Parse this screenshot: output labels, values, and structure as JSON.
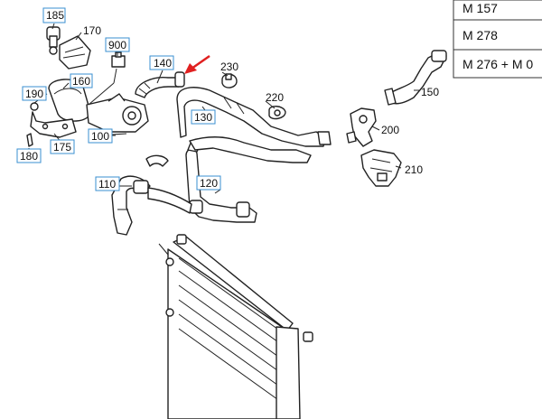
{
  "labels": {
    "p185": "185",
    "p170": "170",
    "p900": "900",
    "p140": "140",
    "p230": "230",
    "p160": "160",
    "p190": "190",
    "p220": "220",
    "p130": "130",
    "p200": "200",
    "p150": "150",
    "p100": "100",
    "p175": "175",
    "p180": "180",
    "p210": "210",
    "p110": "110",
    "p120": "120"
  },
  "engine_table": [
    "M 157",
    "M 278",
    "M 276 + M 0"
  ],
  "colors": {
    "label_box_border": "#3a8fd0",
    "highlight_arrow": "#e02020",
    "line": "#222222"
  }
}
